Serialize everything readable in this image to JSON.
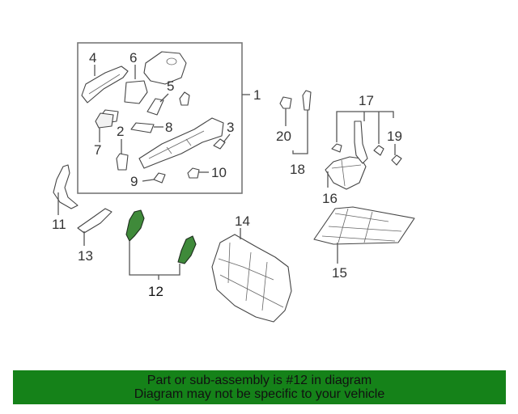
{
  "callouts": {
    "c1": "1",
    "c2": "2",
    "c3": "3",
    "c4": "4",
    "c5": "5",
    "c6": "6",
    "c7": "7",
    "c8": "8",
    "c9": "9",
    "c10": "10",
    "c11": "11",
    "c12": "12",
    "c13": "13",
    "c14": "14",
    "c15": "15",
    "c16": "16",
    "c17": "17",
    "c18": "18",
    "c19": "19",
    "c20": "20"
  },
  "highlight_part": "12",
  "colors": {
    "banner": "#158219",
    "highlight": "#3f8a3a"
  },
  "banner": {
    "line1": "Part or sub-assembly is #12 in diagram",
    "line2": "Diagram may not be specific to your vehicle"
  }
}
